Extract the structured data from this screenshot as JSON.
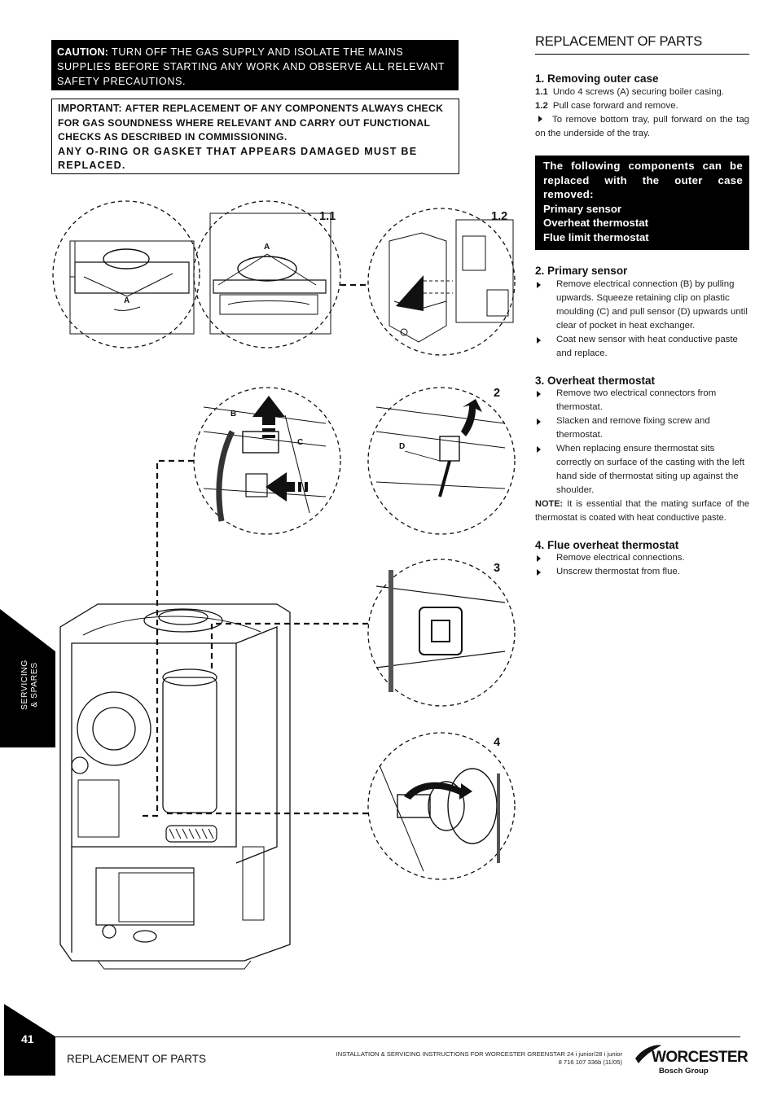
{
  "caution": {
    "label": "CAUTION:",
    "text": "TURN OFF THE GAS SUPPLY AND ISOLATE THE MAINS SUPPLIES BEFORE STARTING ANY WORK AND OBSERVE ALL RELEVANT SAFETY PRECAUTIONS."
  },
  "important": {
    "label": "IMPORTANT:",
    "text": "AFTER REPLACEMENT OF ANY COMPONENTS ALWAYS CHECK FOR GAS SOUNDNESS WHERE RELEVANT AND CARRY OUT FUNCTIONAL CHECKS AS DESCRIBED IN COMMISSIONING.",
    "text2": "ANY O-RING OR GASKET THAT APPEARS DAMAGED MUST BE REPLACED."
  },
  "section_title": "REPLACEMENT OF PARTS",
  "removing": {
    "heading": "1. Removing outer case",
    "steps": [
      {
        "num": "1.1",
        "text": "Undo 4 screws (A) securing boiler casing."
      },
      {
        "num": "1.2",
        "text": "Pull case forward and remove."
      }
    ],
    "bullet": "To remove bottom tray, pull forward on the tag on the underside of the tray."
  },
  "components": {
    "intro": "The following components can be replaced with the outer case removed:",
    "items": [
      "Primary sensor",
      "Overheat thermostat",
      "Flue limit thermostat"
    ]
  },
  "primary_sensor": {
    "heading": "2. Primary sensor",
    "bullets": [
      "Remove electrical connection (B) by pulling upwards. Squeeze retaining clip on plastic moulding (C) and pull sensor (D) upwards until clear of pocket in heat exchanger.",
      "Coat new sensor with heat conductive paste and replace."
    ]
  },
  "overheat": {
    "heading": "3. Overheat thermostat",
    "bullets": [
      "Remove two electrical connectors from thermostat.",
      "Slacken and remove fixing screw and thermostat.",
      "When replacing ensure thermostat sits correctly on surface of the casting with the left hand side of thermostat siting up against the shoulder."
    ],
    "note_label": "NOTE:",
    "note": "It is essential that the mating surface of the thermostat is coated with heat conductive paste."
  },
  "flue": {
    "heading": "4. Flue overheat thermostat",
    "bullets": [
      "Remove electrical connections.",
      "Unscrew thermostat from flue."
    ]
  },
  "figure_labels": {
    "fig_1_1": "1.1",
    "fig_1_2": "1.2",
    "fig_2": "2",
    "fig_3": "3",
    "fig_4": "4",
    "a1": "A",
    "a2": "A",
    "b": "B",
    "c": "C",
    "d": "D"
  },
  "side_tab": {
    "line1": "SERVICING",
    "line2": "& SPARES"
  },
  "footer": {
    "page": "41",
    "left": "REPLACEMENT OF PARTS",
    "doc_line1": "INSTALLATION & SERVICING INSTRUCTIONS FOR WORCESTER GREENSTAR 24 i junior/28 i junior",
    "doc_line2": "8 716 107 336b (11/05)",
    "brand": "WORCESTER",
    "brand_sub": "Bosch Group"
  }
}
